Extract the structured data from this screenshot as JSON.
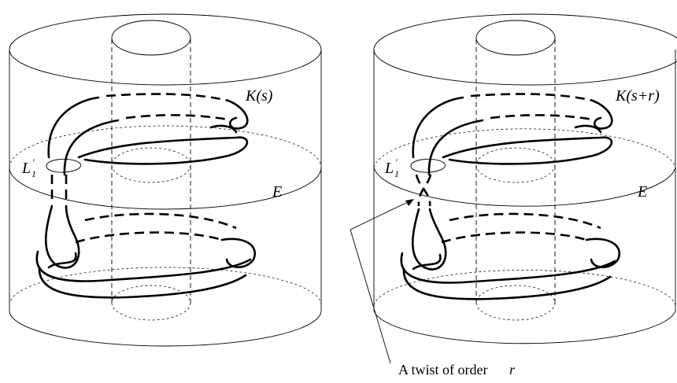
{
  "left_panel": {
    "knot_label": "K(s)",
    "link_label": "L",
    "link_prime": "′",
    "link_sub": "1",
    "surface_label": "E"
  },
  "right_panel": {
    "knot_label": "K(s+r)",
    "link_label": "L",
    "link_prime": "′",
    "link_sub": "1",
    "surface_label": "E",
    "annotation": "A twist of order",
    "annotation_var": "r"
  }
}
